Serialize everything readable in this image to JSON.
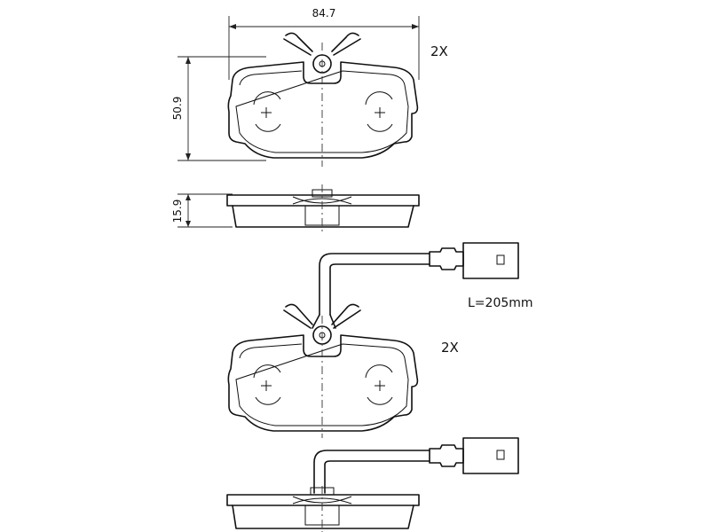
{
  "dimensions": {
    "width": "84.7",
    "height": "50.9",
    "thickness": "15.9"
  },
  "quantity_top": "2X",
  "quantity_bottom": "2X",
  "sensor_length": "L=205mm"
}
